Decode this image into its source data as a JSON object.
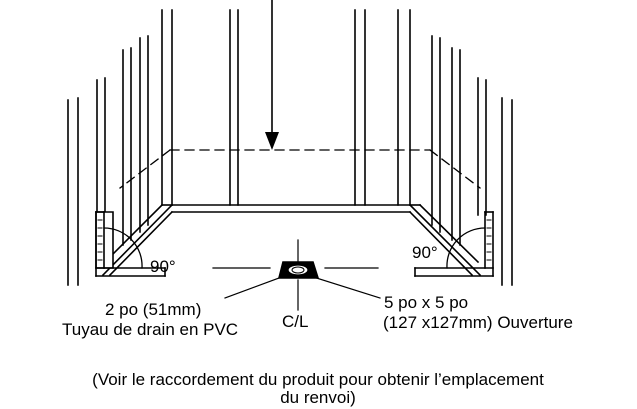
{
  "labels": {
    "angle_left": "90°",
    "angle_right": "90°",
    "drain_line1": "2 po (51mm)",
    "drain_line2": "Tuyau de drain en PVC",
    "centerline": "C/L",
    "opening_line1": "5 po x 5 po",
    "opening_line2": "(127 x127mm) Ouverture",
    "note_line1": "(Voir le raccordement du produit pour obtenir l’emplacement",
    "note_line2": "du renvoi)"
  }
}
